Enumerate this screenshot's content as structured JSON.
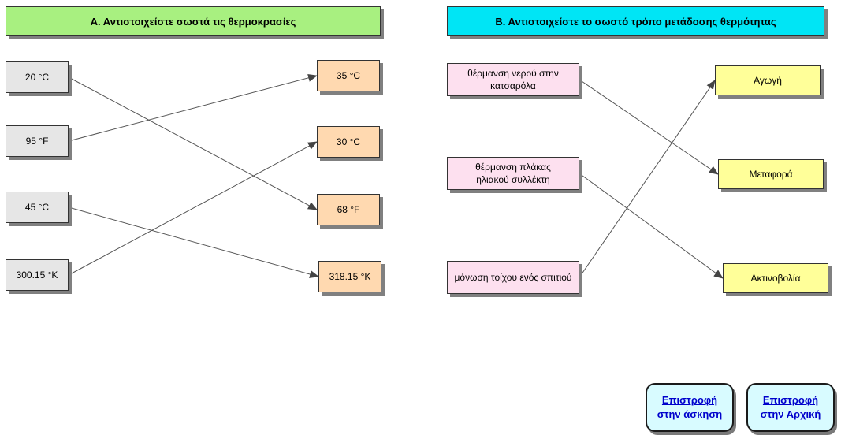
{
  "section_a": {
    "title": "Α. Αντιστοιχείστε σωστά τις θερμοκρασίες",
    "left_items": [
      "20 °C",
      "95 °F",
      "45 °C",
      "300.15 °K"
    ],
    "right_items": [
      "35 °C",
      "30 °C",
      "68 °F",
      "318.15 °K"
    ]
  },
  "section_b": {
    "title": "Β. Αντιστοιχείστε το σωστό τρόπο μετάδοσης θερμότητας",
    "left_items": [
      "θέρμανση νερού στην κατσαρόλα",
      "θέρμανση πλάκας ηλιακού συλλέκτη",
      "μόνωση τοίχου ενός σπιτιού"
    ],
    "right_items": [
      "Αγωγή",
      "Μεταφορά",
      "Ακτινοβολία"
    ]
  },
  "nav": {
    "back_to_exercise_line1": "Επιστροφή",
    "back_to_exercise_line2": "στην άσκηση",
    "back_to_home_line1": "Επιστροφή",
    "back_to_home_line2": "στην Αρχική"
  },
  "colors": {
    "header_a_bg": "#a8f080",
    "header_b_bg": "#00e5f5",
    "temp_left_bg": "#e6e6e6",
    "temp_right_bg": "#ffd9b0",
    "process_left_bg": "#fde0ef",
    "process_right_bg": "#ffff99",
    "nav_button_bg": "#d8fbff",
    "link_color": "#0000cc"
  },
  "connections": {
    "section_a": [
      [
        0,
        2
      ],
      [
        1,
        0
      ],
      [
        2,
        3
      ],
      [
        3,
        1
      ]
    ],
    "section_b": [
      [
        0,
        1
      ],
      [
        1,
        2
      ],
      [
        2,
        0
      ]
    ]
  }
}
